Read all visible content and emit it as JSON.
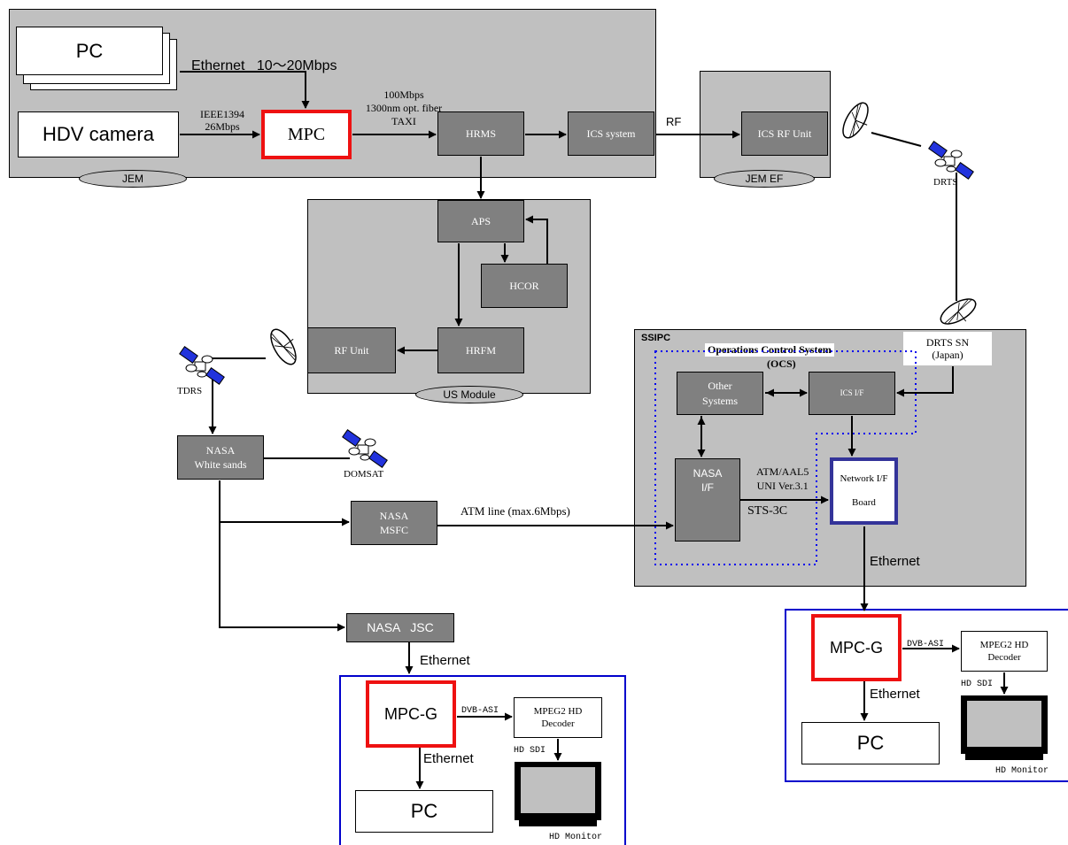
{
  "regions": {
    "jem": "JEM",
    "jem_ef": "JEM EF",
    "us_module": "US Module",
    "ssipc": "SSIPC",
    "ocs_title": "Operations Control System",
    "ocs_abbr": "(OCS)"
  },
  "boxes": {
    "pc_top": "PC",
    "hdv": "HDV camera",
    "mpc": "MPC",
    "hrms": "HRMS",
    "ics_system": "ICS system",
    "ics_rf": "ICS RF Unit",
    "aps": "APS",
    "hcor": "HCOR",
    "hrfm": "HRFM",
    "rf_unit": "RF Unit",
    "nasa_ws": "NASA\nWhite sands",
    "nasa_msfc": "NASA\nMSFC",
    "nasa_jsc": "NASA   JSC",
    "other_systems": "Other\nSystems",
    "ics_if": "ICS I/F",
    "nasa_if": "NASA\nI/F",
    "network_if": "Network I/F\n\nBoard",
    "drts_sn": "DRTS SN\n(Japan)",
    "mpcg_left": "MPC-G",
    "mpcg_right": "MPC-G",
    "decoder_left": "MPEG2 HD\nDecoder",
    "decoder_right": "MPEG2 HD\nDecoder",
    "pc_left": "PC",
    "pc_right": "PC"
  },
  "labels": {
    "ethernet_rate": "Ethernet   10～20Mbps",
    "ieee": "IEEE1394\n26Mbps",
    "fiber": "100Mbps\n1300nm opt. fiber\nTAXI",
    "rf": "RF",
    "drts": "DRTS",
    "tdrs": "TDRS",
    "domsat": "DOMSAT",
    "atm_line": "ATM line (max.6Mbps)",
    "atm_aal5": "ATM/AAL5\nUNI Ver.3.1",
    "sts": "STS-3C",
    "ethernet_right": "Ethernet",
    "ethernet_jsc": "Ethernet",
    "ethernet_left_pc": "Ethernet",
    "ethernet_right_pc": "Ethernet",
    "dvb_left": "DVB-ASI",
    "dvb_right": "DVB-ASI",
    "hdsdi_left": "HD SDI",
    "hdsdi_right": "HD SDI",
    "monitor_left": "HD Monitor",
    "monitor_right": "HD Monitor"
  },
  "colors": {
    "region": "#c0c0c0",
    "dark_box": "#808080",
    "mpc_border": "#ee1111",
    "network_border": "#333399",
    "frame_blue": "#0000cc",
    "ocs_dotted": "#0000ee",
    "satellite_blue": "#2233dd"
  }
}
